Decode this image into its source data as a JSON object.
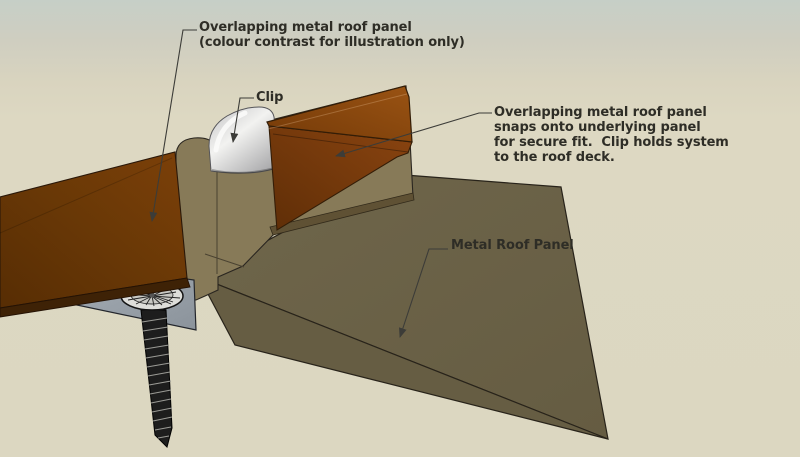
{
  "diagram": {
    "type": "technical-illustration",
    "subject": "standing-seam metal roof clip detail",
    "labels": {
      "overlap_note": "Overlapping metal roof panel\n(colour contrast for illustration only)",
      "clip": "Clip",
      "snap_note": "Overlapping metal roof panel\nsnaps onto underlying panel\nfor secure fit.  Clip holds system\nto the roof deck.",
      "metal_roof_panel": "Metal Roof Panel"
    },
    "colors": {
      "background_sky": "#c6cfc7",
      "background_ground": "#dcd7c1",
      "overlapping_panel_dark": "#5d3105",
      "overlapping_panel_light": "#7c4009",
      "seam_cap_face": "#8d4812",
      "underlying_panel_olive": "#6c6349",
      "underlying_panel_front": "#665d43",
      "seam_khaki": "#877a58",
      "clip_gray": "#d9d9db",
      "clip_base_plate": "#98a0a8",
      "screw": "#1d1d1d",
      "label_text": "#2e2d26",
      "leader_line": "#3c3c38"
    }
  }
}
